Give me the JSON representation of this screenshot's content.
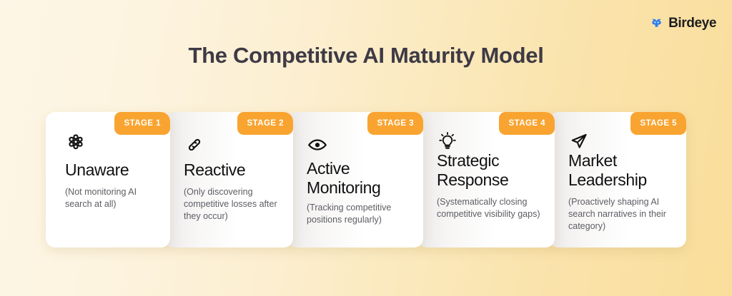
{
  "brand": {
    "name": "Birdeye",
    "mark_icon": "birdeye-bird-icon",
    "mark_color": "#2f7ef0"
  },
  "header": {
    "title": "The Competitive AI Maturity Model"
  },
  "theme": {
    "badge_color": "#f9a430",
    "title_color": "#3e3a45",
    "card_background": "#ffffff",
    "background_start": "#fdf6e6",
    "background_end": "#f9dd9b"
  },
  "stages": [
    {
      "badge": "STAGE 1",
      "icon": "cluster-dots-icon",
      "title": "Unaware",
      "description": "(Not monitoring AI search at all)"
    },
    {
      "badge": "STAGE 2",
      "icon": "link-chain-icon",
      "title": "Reactive",
      "description": "(Only discovering competitive losses after they occur)"
    },
    {
      "badge": "STAGE 3",
      "icon": "eye-icon",
      "title": "Active Monitoring",
      "description": "(Tracking competitive positions regularly)"
    },
    {
      "badge": "STAGE 4",
      "icon": "lightbulb-icon",
      "title": "Strategic Response",
      "description": "(Systematically closing competitive visibility gaps)"
    },
    {
      "badge": "STAGE 5",
      "icon": "paper-plane-icon",
      "title": "Market Leadership",
      "description": "(Proactively shaping AI search narratives in their category)"
    }
  ]
}
